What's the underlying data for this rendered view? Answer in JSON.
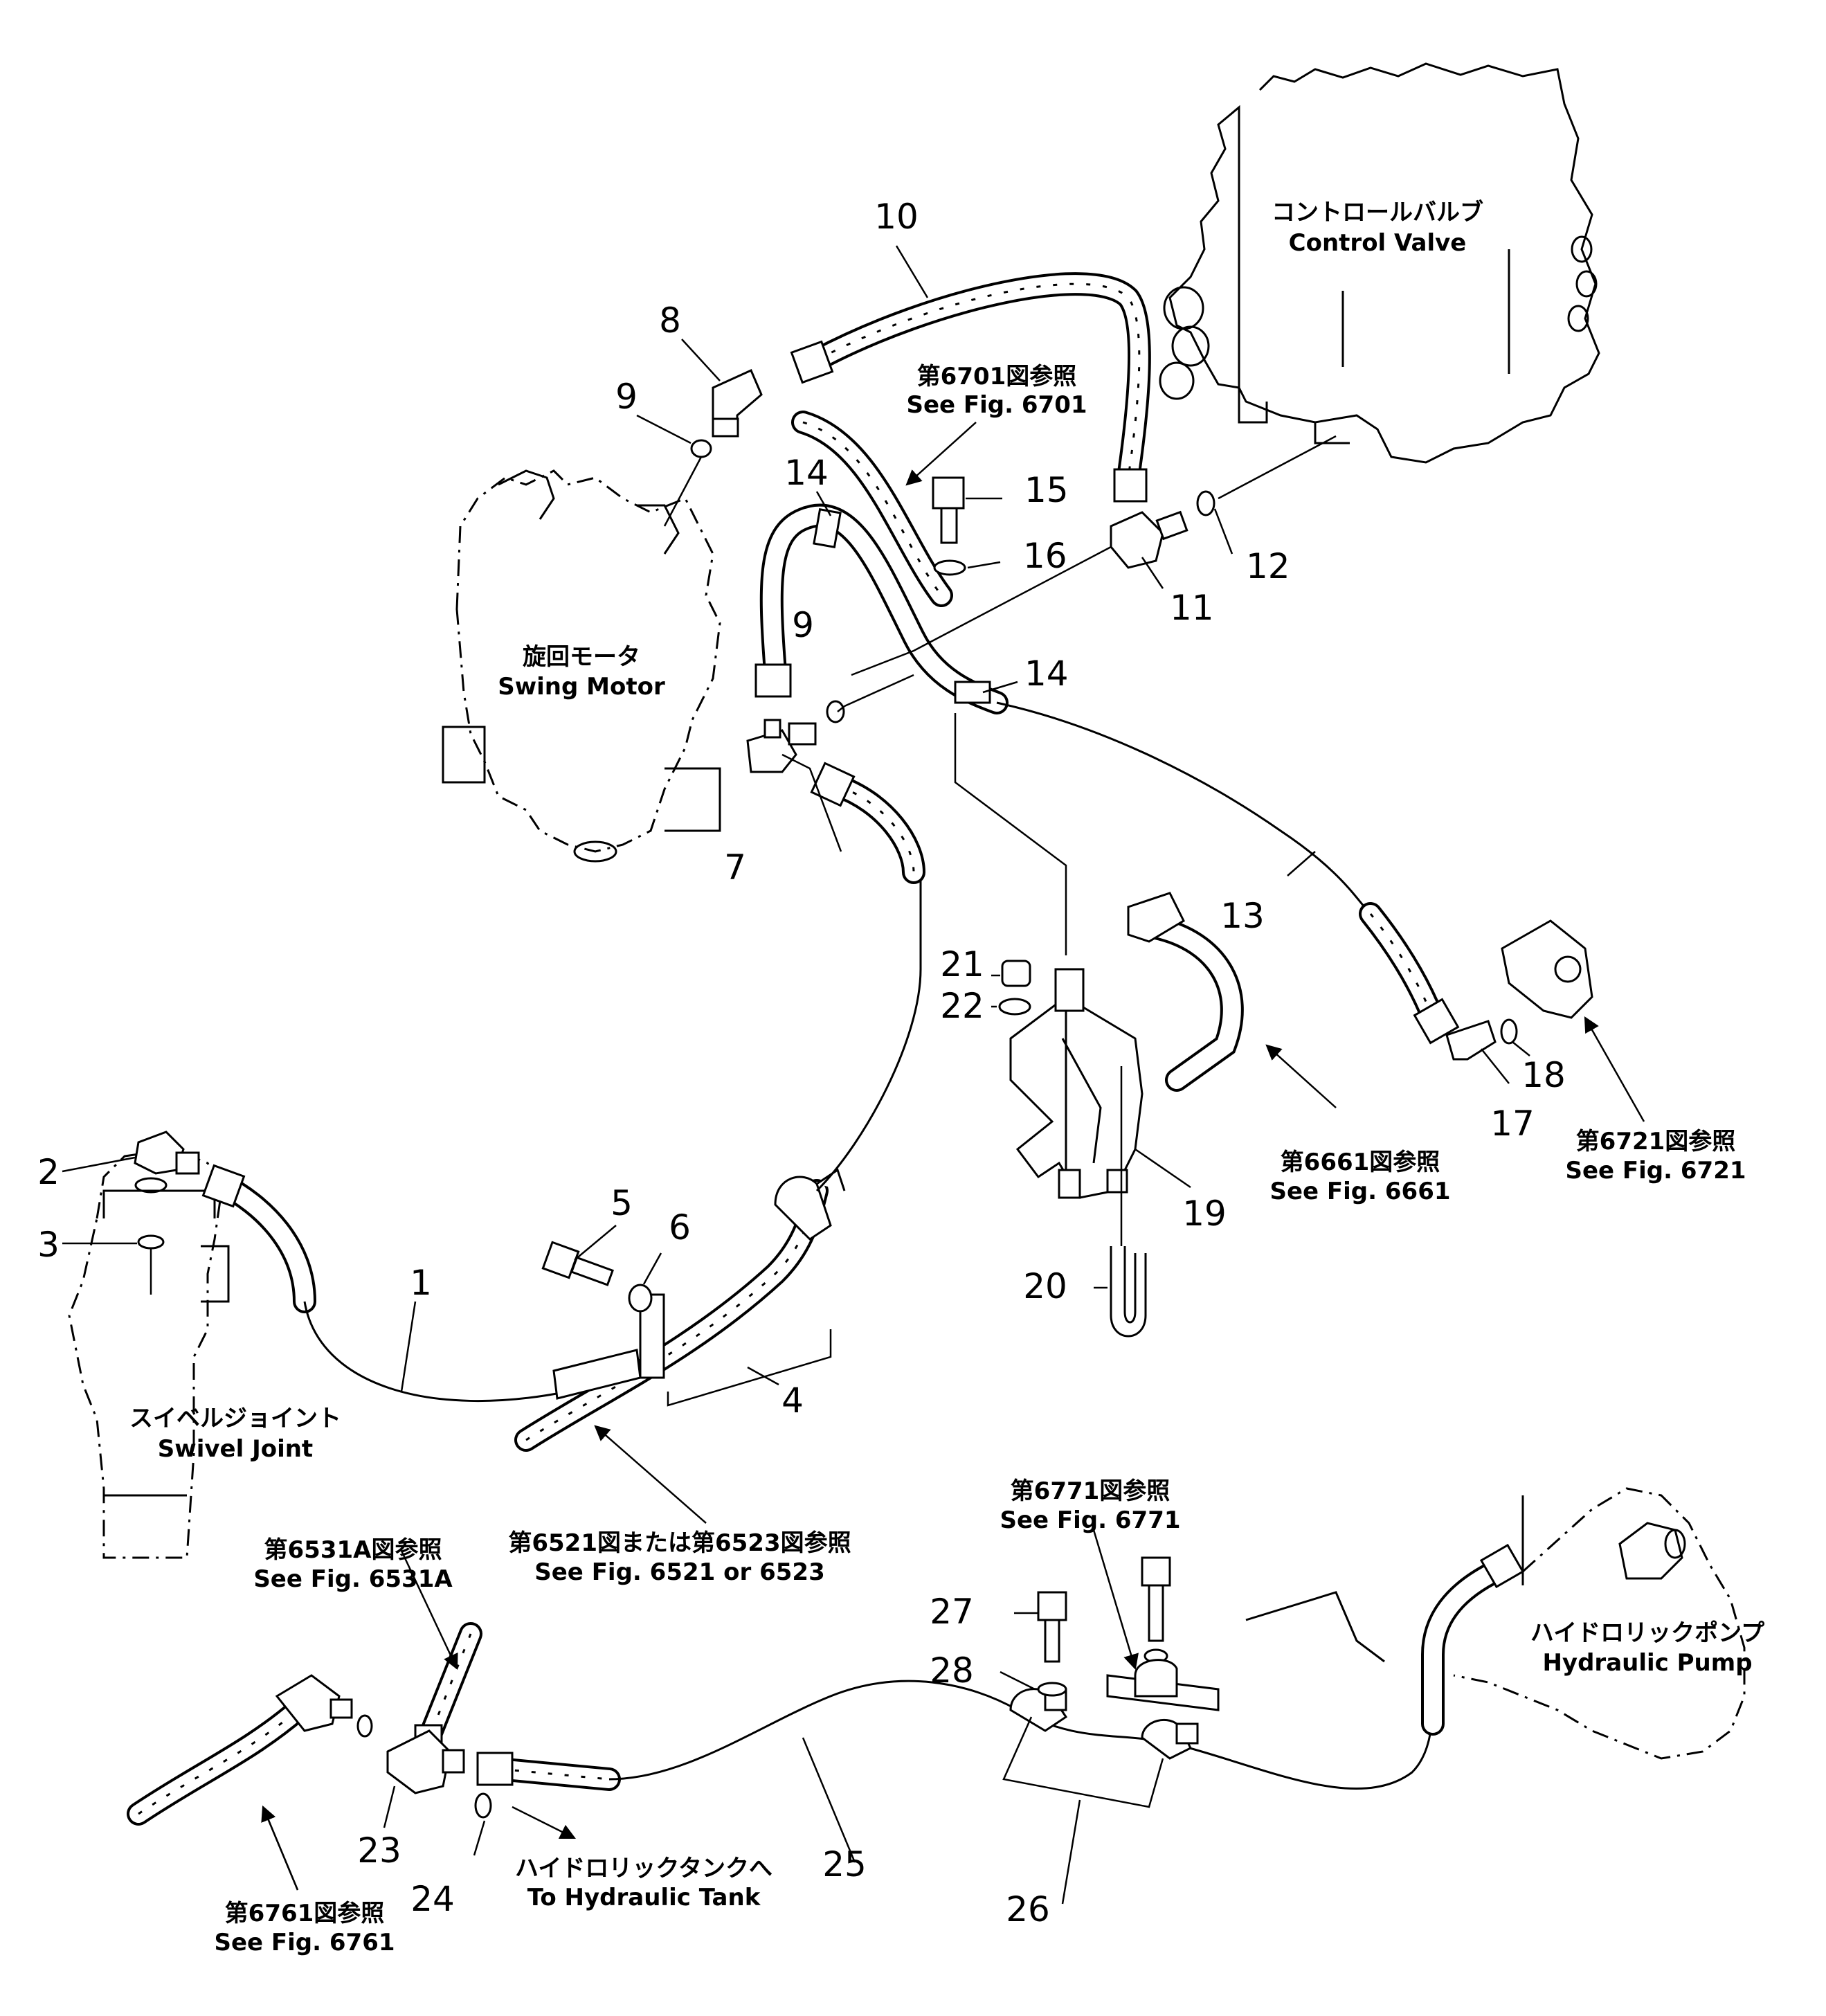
{
  "components": {
    "control_valve": {
      "ja": "コントロールバルブ",
      "en": "Control Valve"
    },
    "swing_motor": {
      "ja": "旋回モータ",
      "en": "Swing Motor"
    },
    "swivel_joint": {
      "ja": "スイベルジョイント",
      "en": "Swivel Joint"
    },
    "hydraulic_pump": {
      "ja": "ハイドロリックポンプ",
      "en": "Hydraulic Pump"
    },
    "hydraulic_tank": {
      "ja": "ハイドロリックタンクへ",
      "en": "To Hydraulic Tank"
    }
  },
  "references": {
    "fig6701": {
      "ja": "第6701図参照",
      "en": "See Fig. 6701"
    },
    "fig6661": {
      "ja": "第6661図参照",
      "en": "See Fig. 6661"
    },
    "fig6721": {
      "ja": "第6721図参照",
      "en": "See Fig. 6721"
    },
    "fig6521": {
      "ja": "第6521図または第6523図参照",
      "en": "See Fig. 6521 or 6523"
    },
    "fig6531a": {
      "ja": "第6531A図参照",
      "en": "See Fig. 6531A"
    },
    "fig6771": {
      "ja": "第6771図参照",
      "en": "See Fig. 6771"
    },
    "fig6761": {
      "ja": "第6761図参照",
      "en": "See Fig. 6761"
    }
  },
  "callouts": {
    "p1": "1",
    "p2": "2",
    "p3": "3",
    "p4": "4",
    "p5": "5",
    "p6": "6",
    "p7": "7",
    "p8": "8",
    "p9a": "9",
    "p9b": "9",
    "p10": "10",
    "p11": "11",
    "p12": "12",
    "p13": "13",
    "p14a": "14",
    "p14b": "14",
    "p15": "15",
    "p16": "16",
    "p17": "17",
    "p18": "18",
    "p19": "19",
    "p20": "20",
    "p21": "21",
    "p22": "22",
    "p23": "23",
    "p24": "24",
    "p25": "25",
    "p26": "26",
    "p27": "27",
    "p28": "28"
  }
}
